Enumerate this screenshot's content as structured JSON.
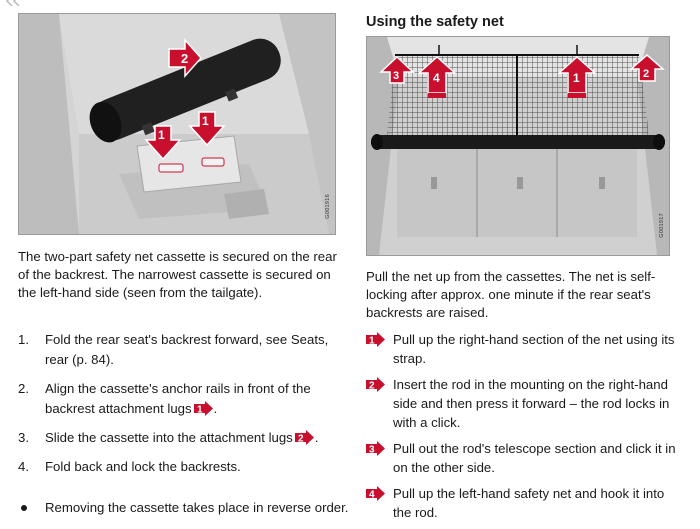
{
  "left": {
    "figure_code": "G001916",
    "intro": "The two-part safety net cassette is secured on the rear of the backrest. The narrowest cassette is secured on the left-hand side (seen from the tailgate).",
    "steps": [
      {
        "num": "1.",
        "text": "Fold the rear seat's backrest forward, see Seats, rear (p. 84)."
      },
      {
        "num": "2.",
        "text": "Align the cassette's anchor rails in front of the backrest attachment lugs",
        "icon": "1",
        "suffix": "."
      },
      {
        "num": "3.",
        "text": "Slide the cassette into the attachment lugs",
        "icon": "2",
        "suffix": "."
      },
      {
        "num": "4.",
        "text": "Fold back and lock the backrests."
      }
    ],
    "bullet": "Removing the cassette takes place in reverse order."
  },
  "right": {
    "heading": "Using the safety net",
    "figure_code": "G001917",
    "intro": "Pull the net up from the cassettes. The net is self-locking after approx. one minute if the rear seat's backrests are raised.",
    "steps": [
      {
        "icon": "1",
        "text": "Pull up the right-hand section of the net using its strap."
      },
      {
        "icon": "2",
        "text": "Insert the rod in the mounting on the right-hand side and then press it forward – the rod locks in with a click."
      },
      {
        "icon": "3",
        "text": "Pull out the rod's telescope section and click it in on the other side."
      },
      {
        "icon": "4",
        "text": "Pull up the left-hand safety net and hook it into the rod."
      }
    ]
  },
  "colors": {
    "accent": "#c8102e",
    "figure_bg": "#d9d9d9"
  }
}
